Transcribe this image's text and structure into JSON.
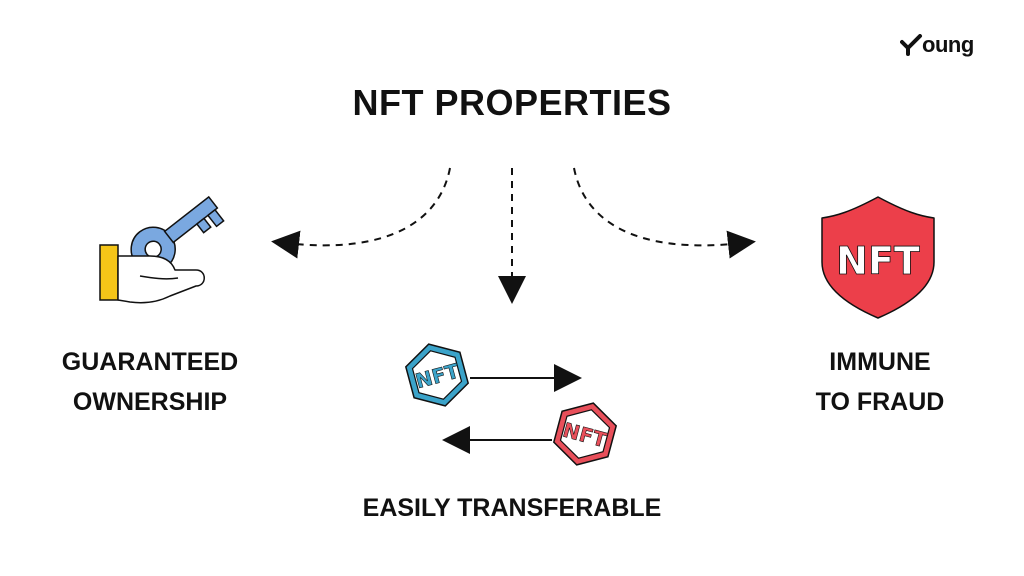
{
  "brand": {
    "name": "Young",
    "text": "oung",
    "icon": "checkmark-y-icon"
  },
  "title": "NFT PROPERTIES",
  "properties": {
    "left": {
      "line1": "GUARANTEED",
      "line2": "OWNERSHIP",
      "icon": "hand-key-icon"
    },
    "bottom": {
      "text": "EASILY TRANSFERABLE",
      "icon": "nft-transfer-icon"
    },
    "right": {
      "line1": "IMMUNE",
      "line2": "TO FRAUD",
      "icon": "nft-shield-icon"
    }
  },
  "nft_badges": {
    "blue": "NFT",
    "red": "NFT",
    "shield": "NFT"
  },
  "colors": {
    "key_blue": "#7AA8E0",
    "cuff_yellow": "#F5C518",
    "hex_blue": "#3BA3C9",
    "hex_red": "#E84F5A",
    "shield_red": "#EC3F4A",
    "ink": "#111111"
  }
}
